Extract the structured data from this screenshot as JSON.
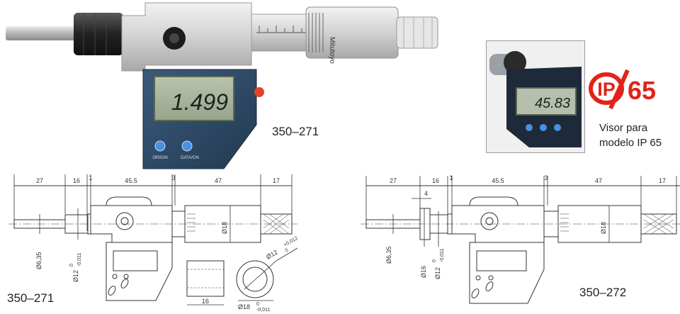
{
  "product_photo": {
    "brand": "Mitutoyo",
    "display_reading": "1.499",
    "button_left": "ORIGIN",
    "button_right": "DATA/ON",
    "model": "350–271"
  },
  "ip_panel": {
    "display_reading": "45.83",
    "badge_ip": "IP",
    "badge_number": "65",
    "caption_line1": "Visor para",
    "caption_line2": "modelo IP 65"
  },
  "drawing_271": {
    "model": "350–271",
    "dims": [
      "27",
      "16",
      "1",
      "45.5",
      "3",
      "47",
      "17"
    ],
    "d_spindle": "Ø6,35",
    "d_stem": "Ø12",
    "d_stem_tol_upper": "0",
    "d_stem_tol_lower": "-0,011",
    "d_thimble": "Ø18",
    "cs_outer": "Ø18",
    "cs_outer_tol_upper": "0",
    "cs_outer_tol_lower": "-0,011",
    "cs_inner": "Ø12",
    "cs_inner_tol_upper": "+0,012",
    "cs_inner_tol_lower": "0",
    "collar_length": "16"
  },
  "drawing_272": {
    "model": "350–272",
    "dims": [
      "27",
      "16",
      "1",
      "45.5",
      "3",
      "47",
      "17"
    ],
    "dim_nut": "4",
    "d_spindle": "Ø6,35",
    "d_nut": "Ø16",
    "d_stem": "Ø12",
    "d_stem_tol_upper": "0",
    "d_stem_tol_lower": "-0,011",
    "d_thimble": "Ø18"
  },
  "colors": {
    "ip_red": "#e2231a",
    "display_lcd": "#a7b39c",
    "body_gray": "#e6e6e6",
    "dark_blue": "#2f4a66"
  }
}
